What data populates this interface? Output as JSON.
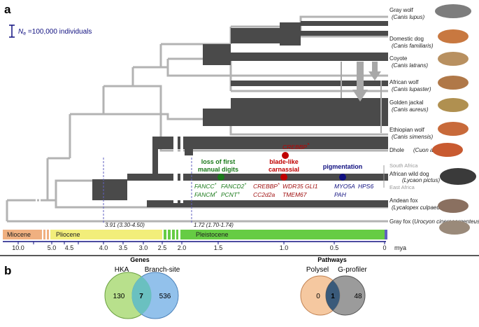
{
  "panels": {
    "a": "a",
    "b": "b"
  },
  "scale_bar": {
    "symbol": "N",
    "subscript": "e",
    "text": " =100,000 individuals"
  },
  "species": [
    {
      "common": "Gray wolf",
      "latin": "Canis lupus"
    },
    {
      "common": "Domestic dog",
      "latin": "Canis familiaris"
    },
    {
      "common": "Coyote",
      "latin": "Canis latrans"
    },
    {
      "common": "African wolf",
      "latin": "Canis lupaster"
    },
    {
      "common": "Golden jackal",
      "latin": "Canis aureus"
    },
    {
      "common": "Ethiopian wolf",
      "latin": "Canis simensis"
    },
    {
      "common": "Dhole",
      "latin": "Cuon alpinus"
    },
    {
      "common": "African wild dog",
      "latin": "Lycaon pictus"
    },
    {
      "common": "Andean fox",
      "latin": "Lycalopex culpaeus"
    },
    {
      "common": "Gray fox",
      "latin": "Urocyon cinereoargenteus"
    }
  ],
  "subpops": {
    "south": "South Africa",
    "east": "East Africa"
  },
  "annotations": {
    "digits_l1": "loss of first",
    "digits_l2": "manual digits",
    "carnassial_l1": "blade-like",
    "carnassial_l2": "carnassial",
    "pigmentation": "pigmentation"
  },
  "genes": {
    "crebbp_top": "CREBBP",
    "fancc": "FANCC",
    "fancd2": "FANCD2",
    "fancm": "FANCM",
    "pcnt": "PCNT",
    "crebbp": "CREBBP",
    "wdr35": "WDR35",
    "gli1": "GLI1",
    "cc2d2a": "CC2d2a",
    "tmem67": "TMEM67",
    "myo5a": "MYO5A",
    "hps6": "HPS6",
    "pah": "PAH"
  },
  "dates": {
    "d1": "3.91 (3.30-4.50)",
    "d2": "1.72 (1.70-1.74)"
  },
  "epochs": {
    "miocene": "Miocene",
    "pliocene": "Pliocene",
    "pleistocene": "Pleistocene"
  },
  "axis": {
    "unit": "mya",
    "ticks": [
      "10.0",
      "5.0",
      "4.5",
      "4.0",
      "3.5",
      "3.0",
      "2.5",
      "2.0",
      "1.5",
      "1.0",
      "0.5",
      "0"
    ]
  },
  "venn_genes": {
    "title": "Genes",
    "left": "HKA",
    "right": "Branch-site",
    "left_only": "130",
    "both": "7",
    "right_only": "536"
  },
  "venn_pathways": {
    "title": "Pathways",
    "left": "Polysel",
    "right": "G-profiler",
    "left_only": "0",
    "both": "1",
    "right_only": "48"
  },
  "colors": {
    "miocene": "#f0b080",
    "pliocene": "#f2ee7a",
    "pleistocene": "#66cc44",
    "branch_gray": "#b3b3b3",
    "branch_dark": "#4a4a4a",
    "green": "#1a7a1a",
    "red": "#c00000",
    "blue": "#101080"
  }
}
